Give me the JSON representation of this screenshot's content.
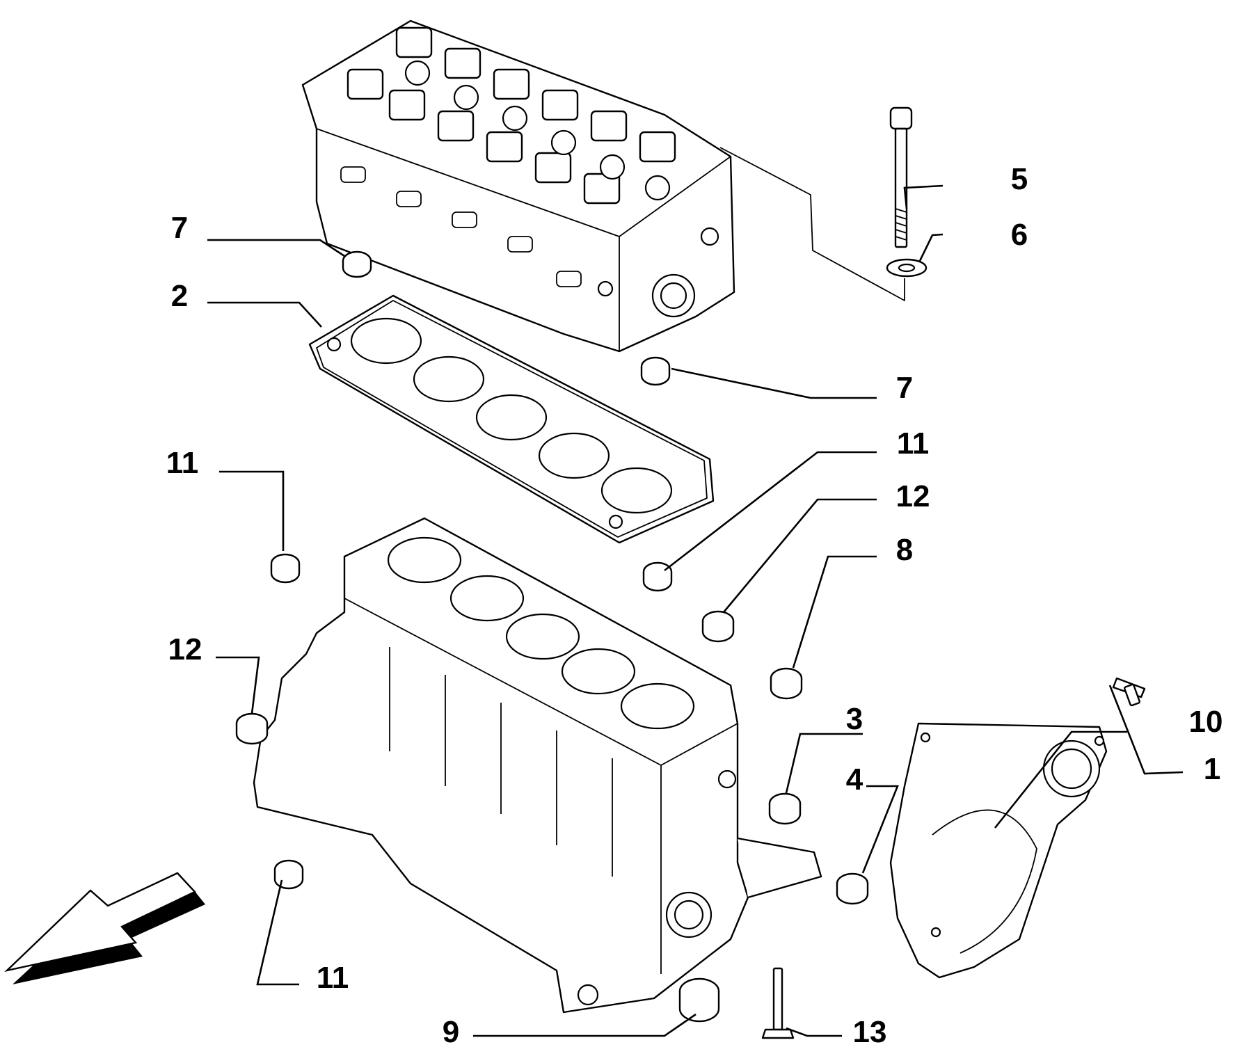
{
  "callouts": {
    "c1": "1",
    "c2": "2",
    "c3": "3",
    "c4": "4",
    "c5": "5",
    "c6": "6",
    "c7a": "7",
    "c7b": "7",
    "c8": "8",
    "c9": "9",
    "c10": "10",
    "c11a": "11",
    "c11b": "11",
    "c11c": "11",
    "c12a": "12",
    "c12b": "12",
    "c13": "13"
  },
  "colors": {
    "ink": "#000000",
    "paper": "#ffffff"
  }
}
